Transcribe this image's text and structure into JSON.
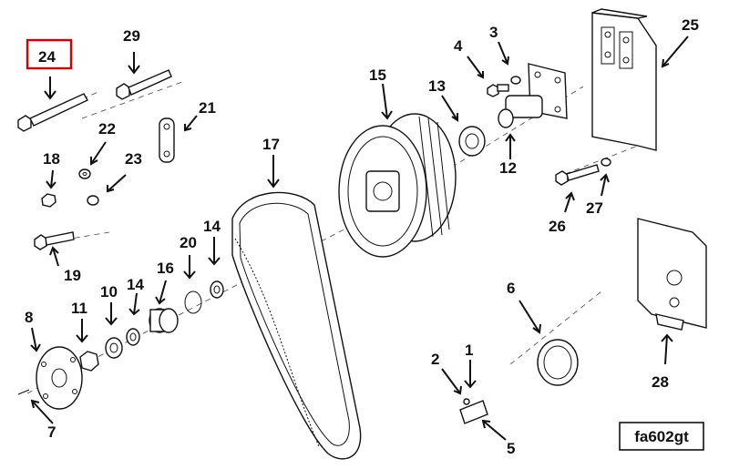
{
  "figure_id": "fa602gt",
  "highlighted_callout": "24",
  "callouts": [
    {
      "id": "c24",
      "label": "24"
    },
    {
      "id": "c29",
      "label": "29"
    },
    {
      "id": "c21",
      "label": "21"
    },
    {
      "id": "c22",
      "label": "22"
    },
    {
      "id": "c18",
      "label": "18"
    },
    {
      "id": "c23",
      "label": "23"
    },
    {
      "id": "c19",
      "label": "19"
    },
    {
      "id": "c17",
      "label": "17"
    },
    {
      "id": "c15",
      "label": "15"
    },
    {
      "id": "c13",
      "label": "13"
    },
    {
      "id": "c4",
      "label": "4"
    },
    {
      "id": "c3",
      "label": "3"
    },
    {
      "id": "c12",
      "label": "12"
    },
    {
      "id": "c25",
      "label": "25"
    },
    {
      "id": "c26",
      "label": "26"
    },
    {
      "id": "c27",
      "label": "27"
    },
    {
      "id": "c20",
      "label": "20"
    },
    {
      "id": "c14a",
      "label": "14"
    },
    {
      "id": "c16",
      "label": "16"
    },
    {
      "id": "c10",
      "label": "10"
    },
    {
      "id": "c14b",
      "label": "14"
    },
    {
      "id": "c11",
      "label": "11"
    },
    {
      "id": "c8",
      "label": "8"
    },
    {
      "id": "c7",
      "label": "7"
    },
    {
      "id": "c6",
      "label": "6"
    },
    {
      "id": "c2",
      "label": "2"
    },
    {
      "id": "c1",
      "label": "1"
    },
    {
      "id": "c5",
      "label": "5"
    },
    {
      "id": "c28",
      "label": "28"
    }
  ],
  "colors": {
    "highlight": "#d40000",
    "line": "#111111"
  }
}
